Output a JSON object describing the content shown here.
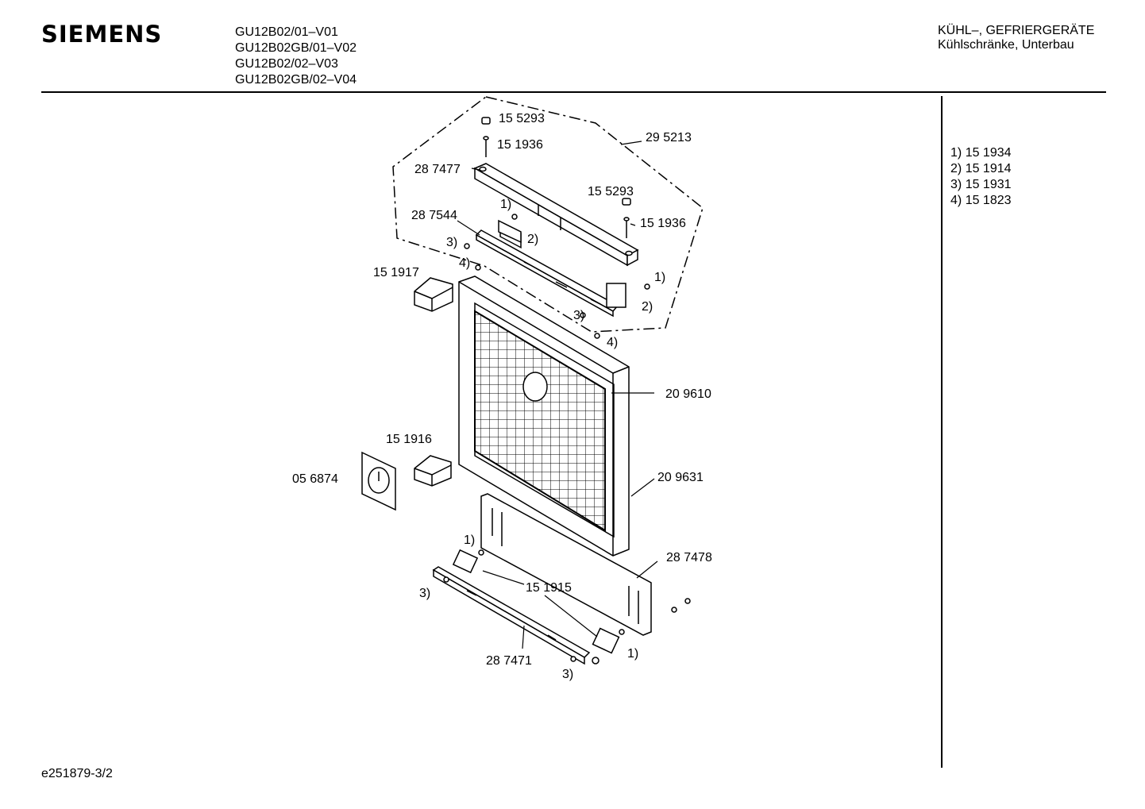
{
  "header": {
    "brand": "SIEMENS",
    "models": [
      "GU12B02/01–V01",
      "GU12B02GB/01–V02",
      "GU12B02/02–V03",
      "GU12B02GB/02–V04"
    ],
    "category_line1": "KÜHL–, GEFRIERGERÄTE",
    "category_line2": "Kühlschränke, Unterbau"
  },
  "legend": [
    {
      "ref": "1)",
      "part": "15 1934"
    },
    {
      "ref": "2)",
      "part": "15 1914"
    },
    {
      "ref": "3)",
      "part": "15 1931"
    },
    {
      "ref": "4)",
      "part": "15 1823"
    }
  ],
  "callouts": {
    "p155293a": "15 5293",
    "p151936a": "15 1936",
    "p295213": "29 5213",
    "p287477": "28 7477",
    "p155293b": "15 5293",
    "p151936b": "15 1936",
    "p287544": "28 7544",
    "p151917": "15 1917",
    "p209610": "20 9610",
    "p151916": "15 1916",
    "p056874": "05 6874",
    "p209631": "20 9631",
    "p287478": "28 7478",
    "p151915": "15 1915",
    "p287471": "28 7471",
    "r1a": "1)",
    "r2a": "2)",
    "r3a": "3)",
    "r4a": "4)",
    "r1b": "1)",
    "r2b": "2)",
    "r3b": "3)",
    "r4b": "4)",
    "r1c": "1)",
    "r3c": "3)",
    "r1d": "1)",
    "r3d": "3)"
  },
  "footer": {
    "doc_id": "e251879-3/2"
  }
}
